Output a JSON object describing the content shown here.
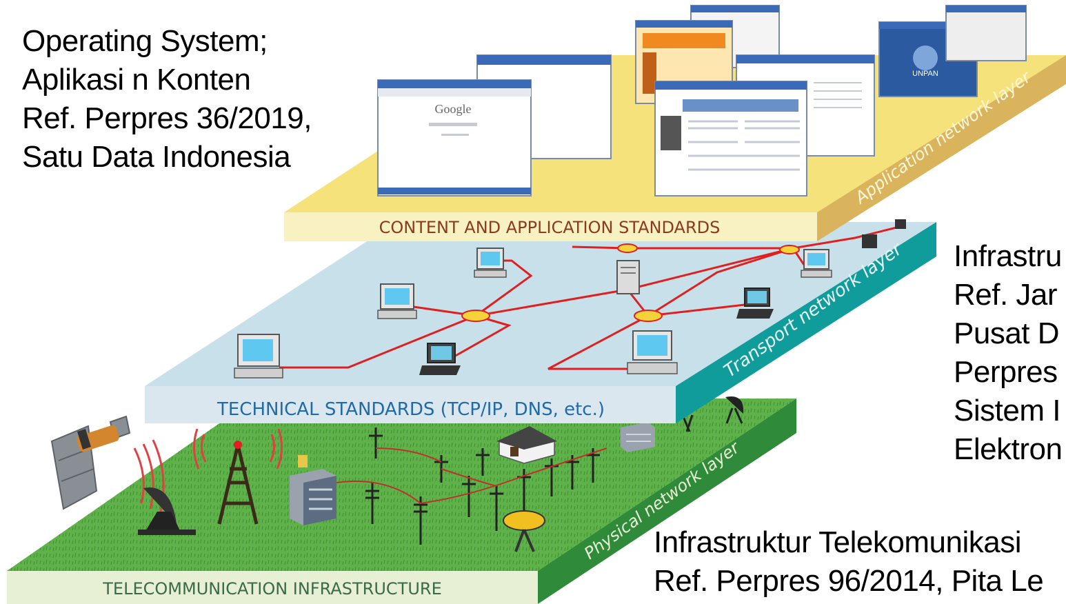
{
  "captions": {
    "app_layer": "Operating System;\nAplikasi n Konten\nRef. Perpres 36/2019,\nSatu Data Indonesia",
    "transport_layer": "Infrastru\nRef. Jar\nPusat D\nPerpres\nSistem I\nElektron",
    "physical_layer": "Infrastruktur Telekomunikasi\nRef. Perpres 96/2014, Pita Le"
  },
  "layers": {
    "application": {
      "label": "CONTENT AND APPLICATION STANDARDS",
      "side_label": "Application network layer"
    },
    "transport": {
      "label": "TECHNICAL STANDARDS (TCP/IP, DNS, etc.)",
      "side_label": "Transport network layer"
    },
    "physical": {
      "label": "TELECOMMUNICATION INFRASTRUCTURE",
      "side_label": "Physical network layer"
    }
  },
  "screens": {
    "google_logo": "Google",
    "unpan_logo": "UNPAN"
  },
  "colors": {
    "app_top": "#f6e27a",
    "app_front": "#f8f1c2",
    "app_side": "#d9b45c",
    "app_label": "#8b3a1e",
    "transport_top": "#c8e0ea",
    "transport_front": "#dbe7ee",
    "transport_side": "#0f9c9a",
    "transport_label": "#1f6aa8",
    "physical_top": "#5fb24a",
    "physical_front": "#e7efd5",
    "physical_side": "#2f8a3a",
    "physical_label": "#3a6a48",
    "link": "#e02020",
    "node": "#f4d23a"
  }
}
